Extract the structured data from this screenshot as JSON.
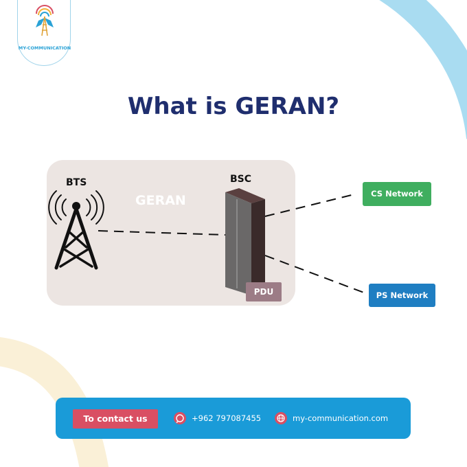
{
  "logo": {
    "name": "MY-COMMUNICATION"
  },
  "title": "What is GERAN?",
  "diagram": {
    "region_label": "GERAN",
    "nodes": {
      "bts": "BTS",
      "bsc": "BSC",
      "pdu": "PDU",
      "cs_network": "CS Network",
      "ps_network": "PS Network"
    },
    "links": [
      {
        "from": "bts",
        "to": "bsc",
        "style": "dashed"
      },
      {
        "from": "bsc",
        "to": "cs_network",
        "style": "dashed"
      },
      {
        "from": "bsc",
        "to": "ps_network",
        "style": "dashed"
      }
    ]
  },
  "contact": {
    "button_label": "To contact us",
    "phone": "+962 797087455",
    "website": "my-communication.com"
  },
  "colors": {
    "title": "#1f2e6e",
    "panel": "#ece5e2",
    "cs_network": "#3fae5f",
    "ps_network": "#1f7ec2",
    "contact_bar": "#1a9bd8",
    "accent": "#d94f63",
    "decor_blue": "#a9dcf1",
    "decor_cream": "#faf0d7"
  },
  "icons": [
    "logo-mark-icon",
    "radio-tower-icon",
    "server-rack-icon",
    "whatsapp-icon",
    "globe-icon"
  ]
}
